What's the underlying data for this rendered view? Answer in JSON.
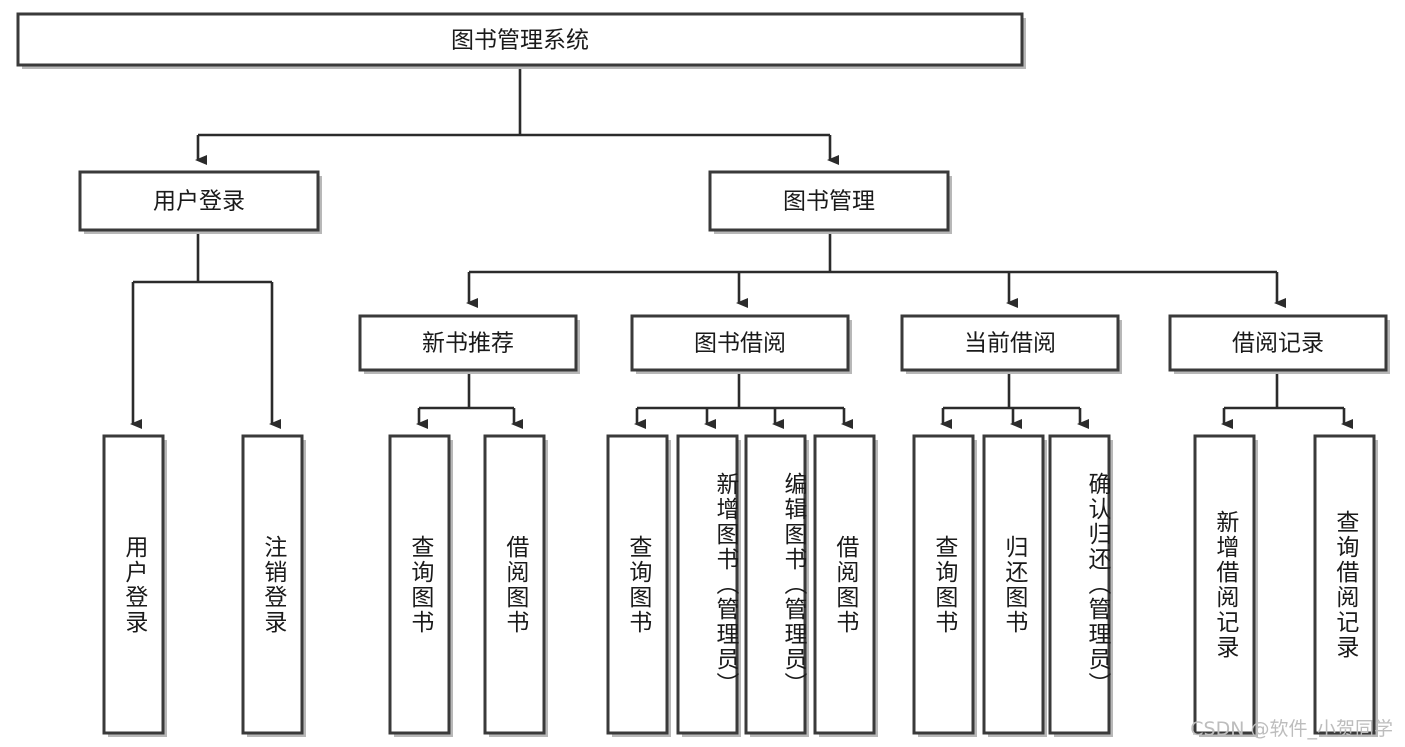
{
  "diagram": {
    "type": "tree",
    "title": "图书管理系统",
    "watermark": "CSDN @软件_小贺同学",
    "colors": {
      "box_stroke": "#3a3a3a",
      "box_fill": "#ffffff",
      "connector": "#2b2b2b",
      "text": "#1a1a1a",
      "watermark": "#bdbdbd",
      "background": "#ffffff"
    },
    "root": {
      "label": "图书管理系统"
    },
    "level2": [
      {
        "label": "用户登录"
      },
      {
        "label": "图书管理"
      }
    ],
    "level3": [
      {
        "label": "新书推荐"
      },
      {
        "label": "图书借阅"
      },
      {
        "label": "当前借阅"
      },
      {
        "label": "借阅记录"
      }
    ],
    "leaves": {
      "user_login": [
        {
          "label": "用户登录"
        },
        {
          "label": "注销登录"
        }
      ],
      "new_book_recommend": [
        {
          "label": "查询图书"
        },
        {
          "label": "借阅图书"
        }
      ],
      "book_borrow": [
        {
          "label": "查询图书"
        },
        {
          "label": "新增图书（管理员）"
        },
        {
          "label": "编辑图书（管理员）"
        },
        {
          "label": "借阅图书"
        }
      ],
      "current_borrow": [
        {
          "label": "查询图书"
        },
        {
          "label": "归还图书"
        },
        {
          "label": "确认归还（管理员）"
        }
      ],
      "borrow_record": [
        {
          "label": "新增借阅记录"
        },
        {
          "label": "查询借阅记录"
        }
      ]
    }
  }
}
